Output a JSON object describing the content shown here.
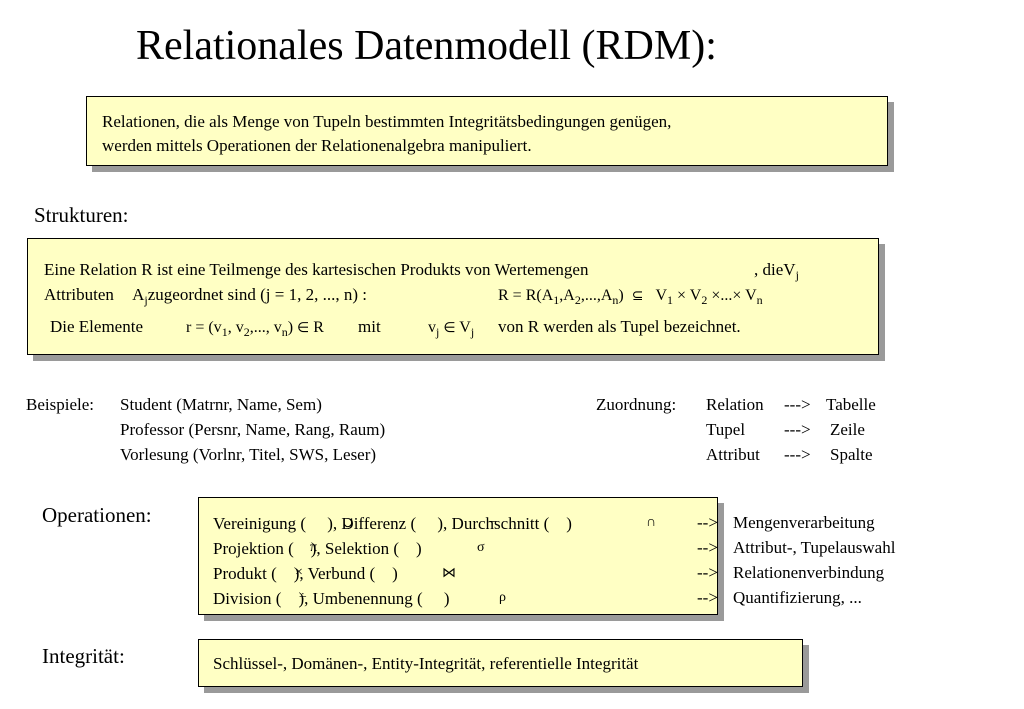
{
  "title": "Relationales Datenmodell (RDM):",
  "intro": {
    "line1": "Relationen, die als Menge von Tupeln bestimmten Integritätsbedingungen genügen,",
    "line2": "werden mittels Operationen der Relationenalgebra manipuliert."
  },
  "strukturen": {
    "heading": "Strukturen:",
    "line1": "Eine Relation R ist eine Teilmenge des kartesischen Produkts von Wertemengen",
    "line1b": ", die",
    "vj": "V",
    "j": "j",
    "line2a": "Attributen",
    "aj": "A",
    "line2b": "zugeordnet sind (j = 1, 2, ..., n) :",
    "formula_left": "R = R(A",
    "formula_mid": ",A",
    "formula_mid2": ",...,A",
    "formula_end": ")",
    "v": "V",
    "one": "1",
    "two": "2",
    "n": "n",
    "cross": "×",
    "dots": "...",
    "line3a": "Die Elemente",
    "elem_formula": "r = (v",
    "elem_comma": ", v",
    "elem_dots": ",..., v",
    "elem_end": ")",
    "elem_r": "R",
    "mit": "mit",
    "vj_small": "v",
    "Vj": "V",
    "line3b": "von R werden als Tupel bezeichnet."
  },
  "beispiele": {
    "label": "Beispiele:",
    "items": [
      "Student (Matrnr, Name, Sem)",
      "Professor (Persnr, Name, Rang, Raum)",
      "Vorlesung (Vorlnr, Titel, SWS, Leser)"
    ]
  },
  "zuordnung": {
    "label": "Zuordnung:",
    "rows": [
      {
        "left": "Relation",
        "arrow": "--->",
        "right": "Tabelle"
      },
      {
        "left": "Tupel",
        "arrow": "--->",
        "right": "Zeile"
      },
      {
        "left": "Attribut",
        "arrow": "--->",
        "right": "Spalte"
      }
    ]
  },
  "operationen": {
    "heading": "Operationen:",
    "rows": [
      {
        "text": "Vereinigung (     ), Differenz (     ), Durchschnitt (    )",
        "arrow": "-->",
        "result": "Mengenverarbeitung"
      },
      {
        "text": "Projektion (    ), Selektion (    )",
        "arrow": "-->",
        "result": "Attribut-, Tupelauswahl"
      },
      {
        "text": "Produkt (    ), Verbund (    )",
        "arrow": "-->",
        "result": "Relationenverbindung"
      },
      {
        "text": "Division (    ), Umbenennung (     )",
        "arrow": "-->",
        "result": "Quantifizierung, ..."
      }
    ],
    "symbols": {
      "union": "∪",
      "minus": "−",
      "intersect": "∩",
      "pi": "π",
      "sigma": "σ",
      "times": "×",
      "join": "⋈",
      "div": "÷",
      "rho": "ρ"
    }
  },
  "integritaet": {
    "heading": "Integrität:",
    "text": "Schlüssel-, Domänen-, Entity-Integrität, referentielle Integrität"
  }
}
